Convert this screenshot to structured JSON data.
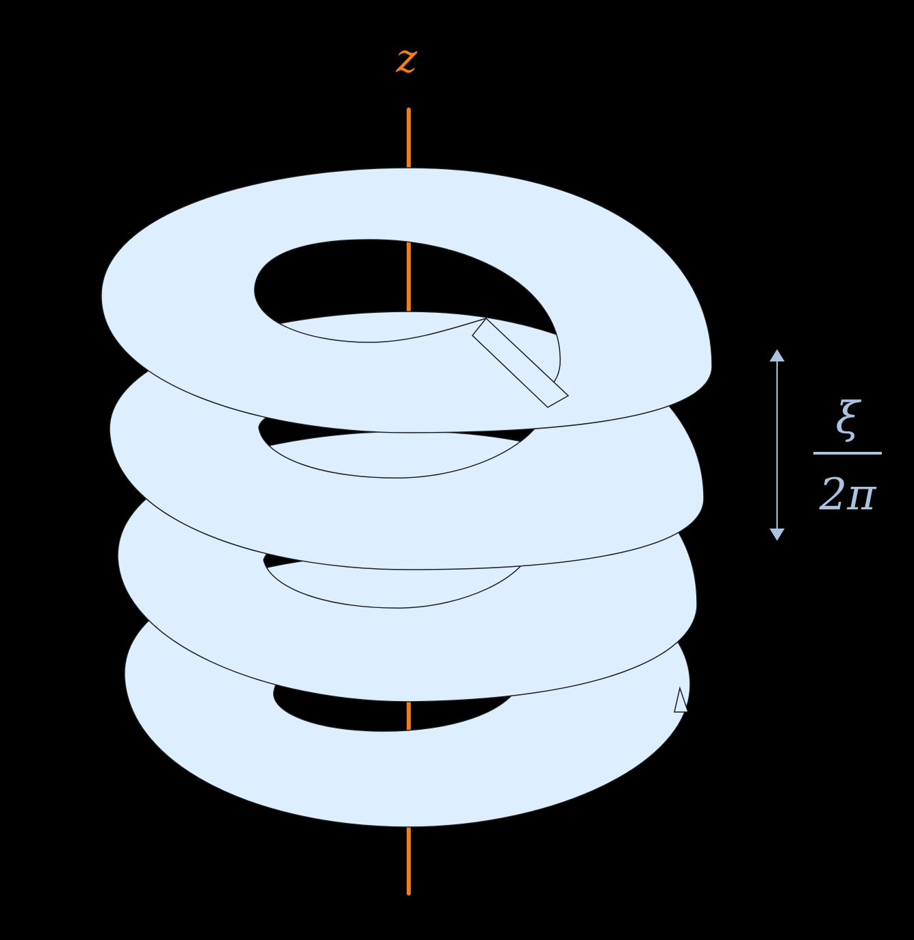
{
  "labels": {
    "axis": "z",
    "pitch_numerator": "ξ",
    "pitch_denominator": "2π"
  },
  "colors": {
    "background": "#000000",
    "axis": "#f07f1a",
    "surface": "#ddeeff",
    "outline": "#1a1a1a",
    "annotation": "#a9c3e0"
  }
}
